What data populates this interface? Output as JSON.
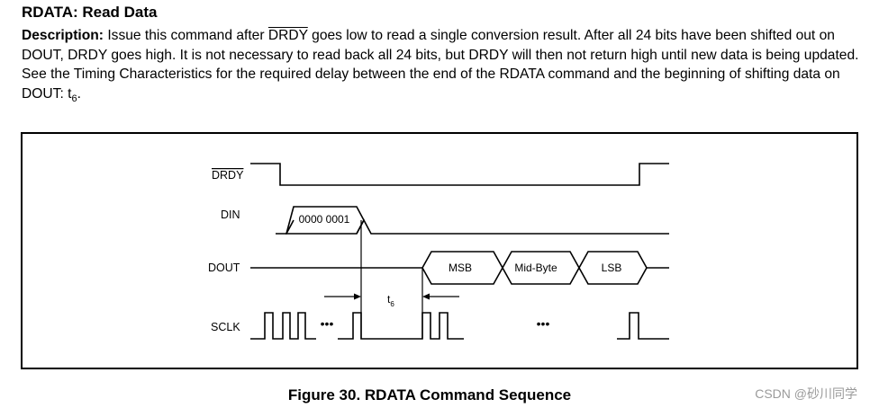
{
  "section": {
    "title": "RDATA: Read Data",
    "desc_label": "Description:",
    "desc_1": "Issue this command after",
    "desc_drdy_bar": "DRDY",
    "desc_2": "goes low to read a single conversion result. After all 24 bits have been shifted out on DOUT, DRDY goes high. It is not necessary to read back all 24 bits, but DRDY will then not return high until new data is being updated. See the Timing Characteristics for the required delay between the end of the RDATA command and the beginning of shifting data on DOUT: t",
    "desc_sub": "6",
    "desc_end": "."
  },
  "diagram": {
    "signals": {
      "drdy": "DRDY",
      "din": "DIN",
      "dout": "DOUT",
      "sclk": "SCLK"
    },
    "din_value": "0000 0001",
    "dout_bytes": [
      "MSB",
      "Mid-Byte",
      "LSB"
    ],
    "timing_label": "t",
    "timing_sub": "6",
    "ellipsis": "•••"
  },
  "caption": "Figure 30. RDATA Command Sequence",
  "watermark": "CSDN @砂川同学"
}
